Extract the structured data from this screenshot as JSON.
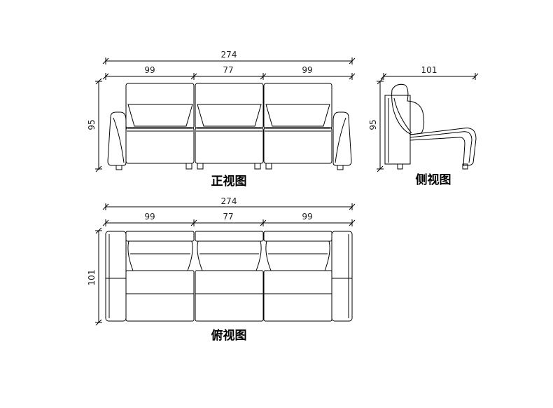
{
  "views": {
    "front": {
      "caption": "正视图",
      "dims": {
        "overall": "274",
        "left": "99",
        "middle": "77",
        "right": "99",
        "height": "95"
      }
    },
    "side": {
      "caption": "侧视图",
      "dims": {
        "depth": "101",
        "height": "95"
      }
    },
    "top": {
      "caption": "俯视图",
      "dims": {
        "overall": "274",
        "left": "99",
        "middle": "77",
        "right": "99",
        "depth": "101"
      }
    }
  }
}
